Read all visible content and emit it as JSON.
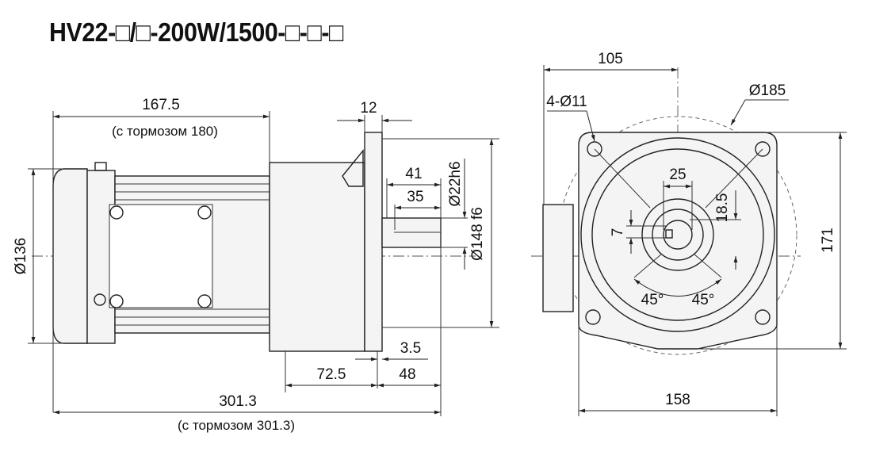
{
  "title": "HV22-□/□-200W/1500-□-□-□",
  "side_view": {
    "dim_length_motor": "167.5",
    "dim_length_motor_brake": "(с тормозом 180)",
    "dim_flange_thickness": "12",
    "dim_diameter_motor": "Ø136",
    "dim_shaft_41": "41",
    "dim_shaft_35": "35",
    "dim_shaft_diameter": "Ø22h6",
    "dim_pilot_diameter": "Ø148 f6",
    "dim_3_5": "3.5",
    "dim_72_5": "72.5",
    "dim_48": "48",
    "dim_total": "301.3",
    "dim_total_brake": "(с тормозом 301.3)"
  },
  "front_view": {
    "dim_105": "105",
    "dim_holes": "4-Ø11",
    "dim_pcd": "Ø185",
    "dim_25": "25",
    "dim_18_5": "18.5",
    "dim_7": "7",
    "dim_angle_left": "45°",
    "dim_angle_right": "45°",
    "dim_171": "171",
    "dim_158": "158"
  }
}
